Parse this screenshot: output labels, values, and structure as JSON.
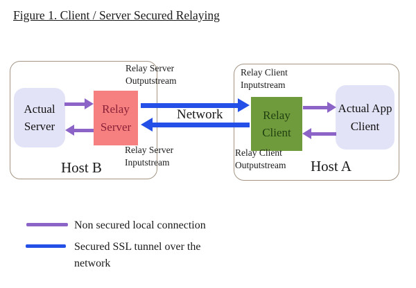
{
  "figure": {
    "title": "Figure 1. Client / Server Secured Relaying"
  },
  "hosts": {
    "host_b": {
      "label": "Host B"
    },
    "host_a": {
      "label": "Host A"
    }
  },
  "nodes": {
    "actual_server": {
      "label": "Actual Server",
      "fill": "#e3e3f8"
    },
    "relay_server": {
      "label": "Relay Server",
      "fill": "#f6807f",
      "text_color": "#8a2038"
    },
    "relay_client": {
      "label": "Relay Client",
      "fill": "#6f9b3d",
      "text_color": "#204010"
    },
    "actual_app_client": {
      "label": "Actual App Client",
      "fill": "#e3e3f8"
    }
  },
  "stream_labels": {
    "relay_server_outputstream": "Relay Server Outputstream",
    "relay_server_inputstream": "Relay Server Inputstream",
    "relay_client_inputstream": "Relay Client Inputstream",
    "relay_client_outputstream": "Relay Client Outputstream"
  },
  "network": {
    "label": "Network"
  },
  "legend": {
    "items": [
      {
        "color": "#8c64c8",
        "label": "Non secured local connection"
      },
      {
        "color": "#2450e8",
        "label": "Secured SSL tunnel over the network"
      }
    ]
  },
  "colors": {
    "local_connection_arrow": "#8c64c8",
    "ssl_tunnel_arrow": "#2450e8",
    "host_border": "#a39483"
  }
}
